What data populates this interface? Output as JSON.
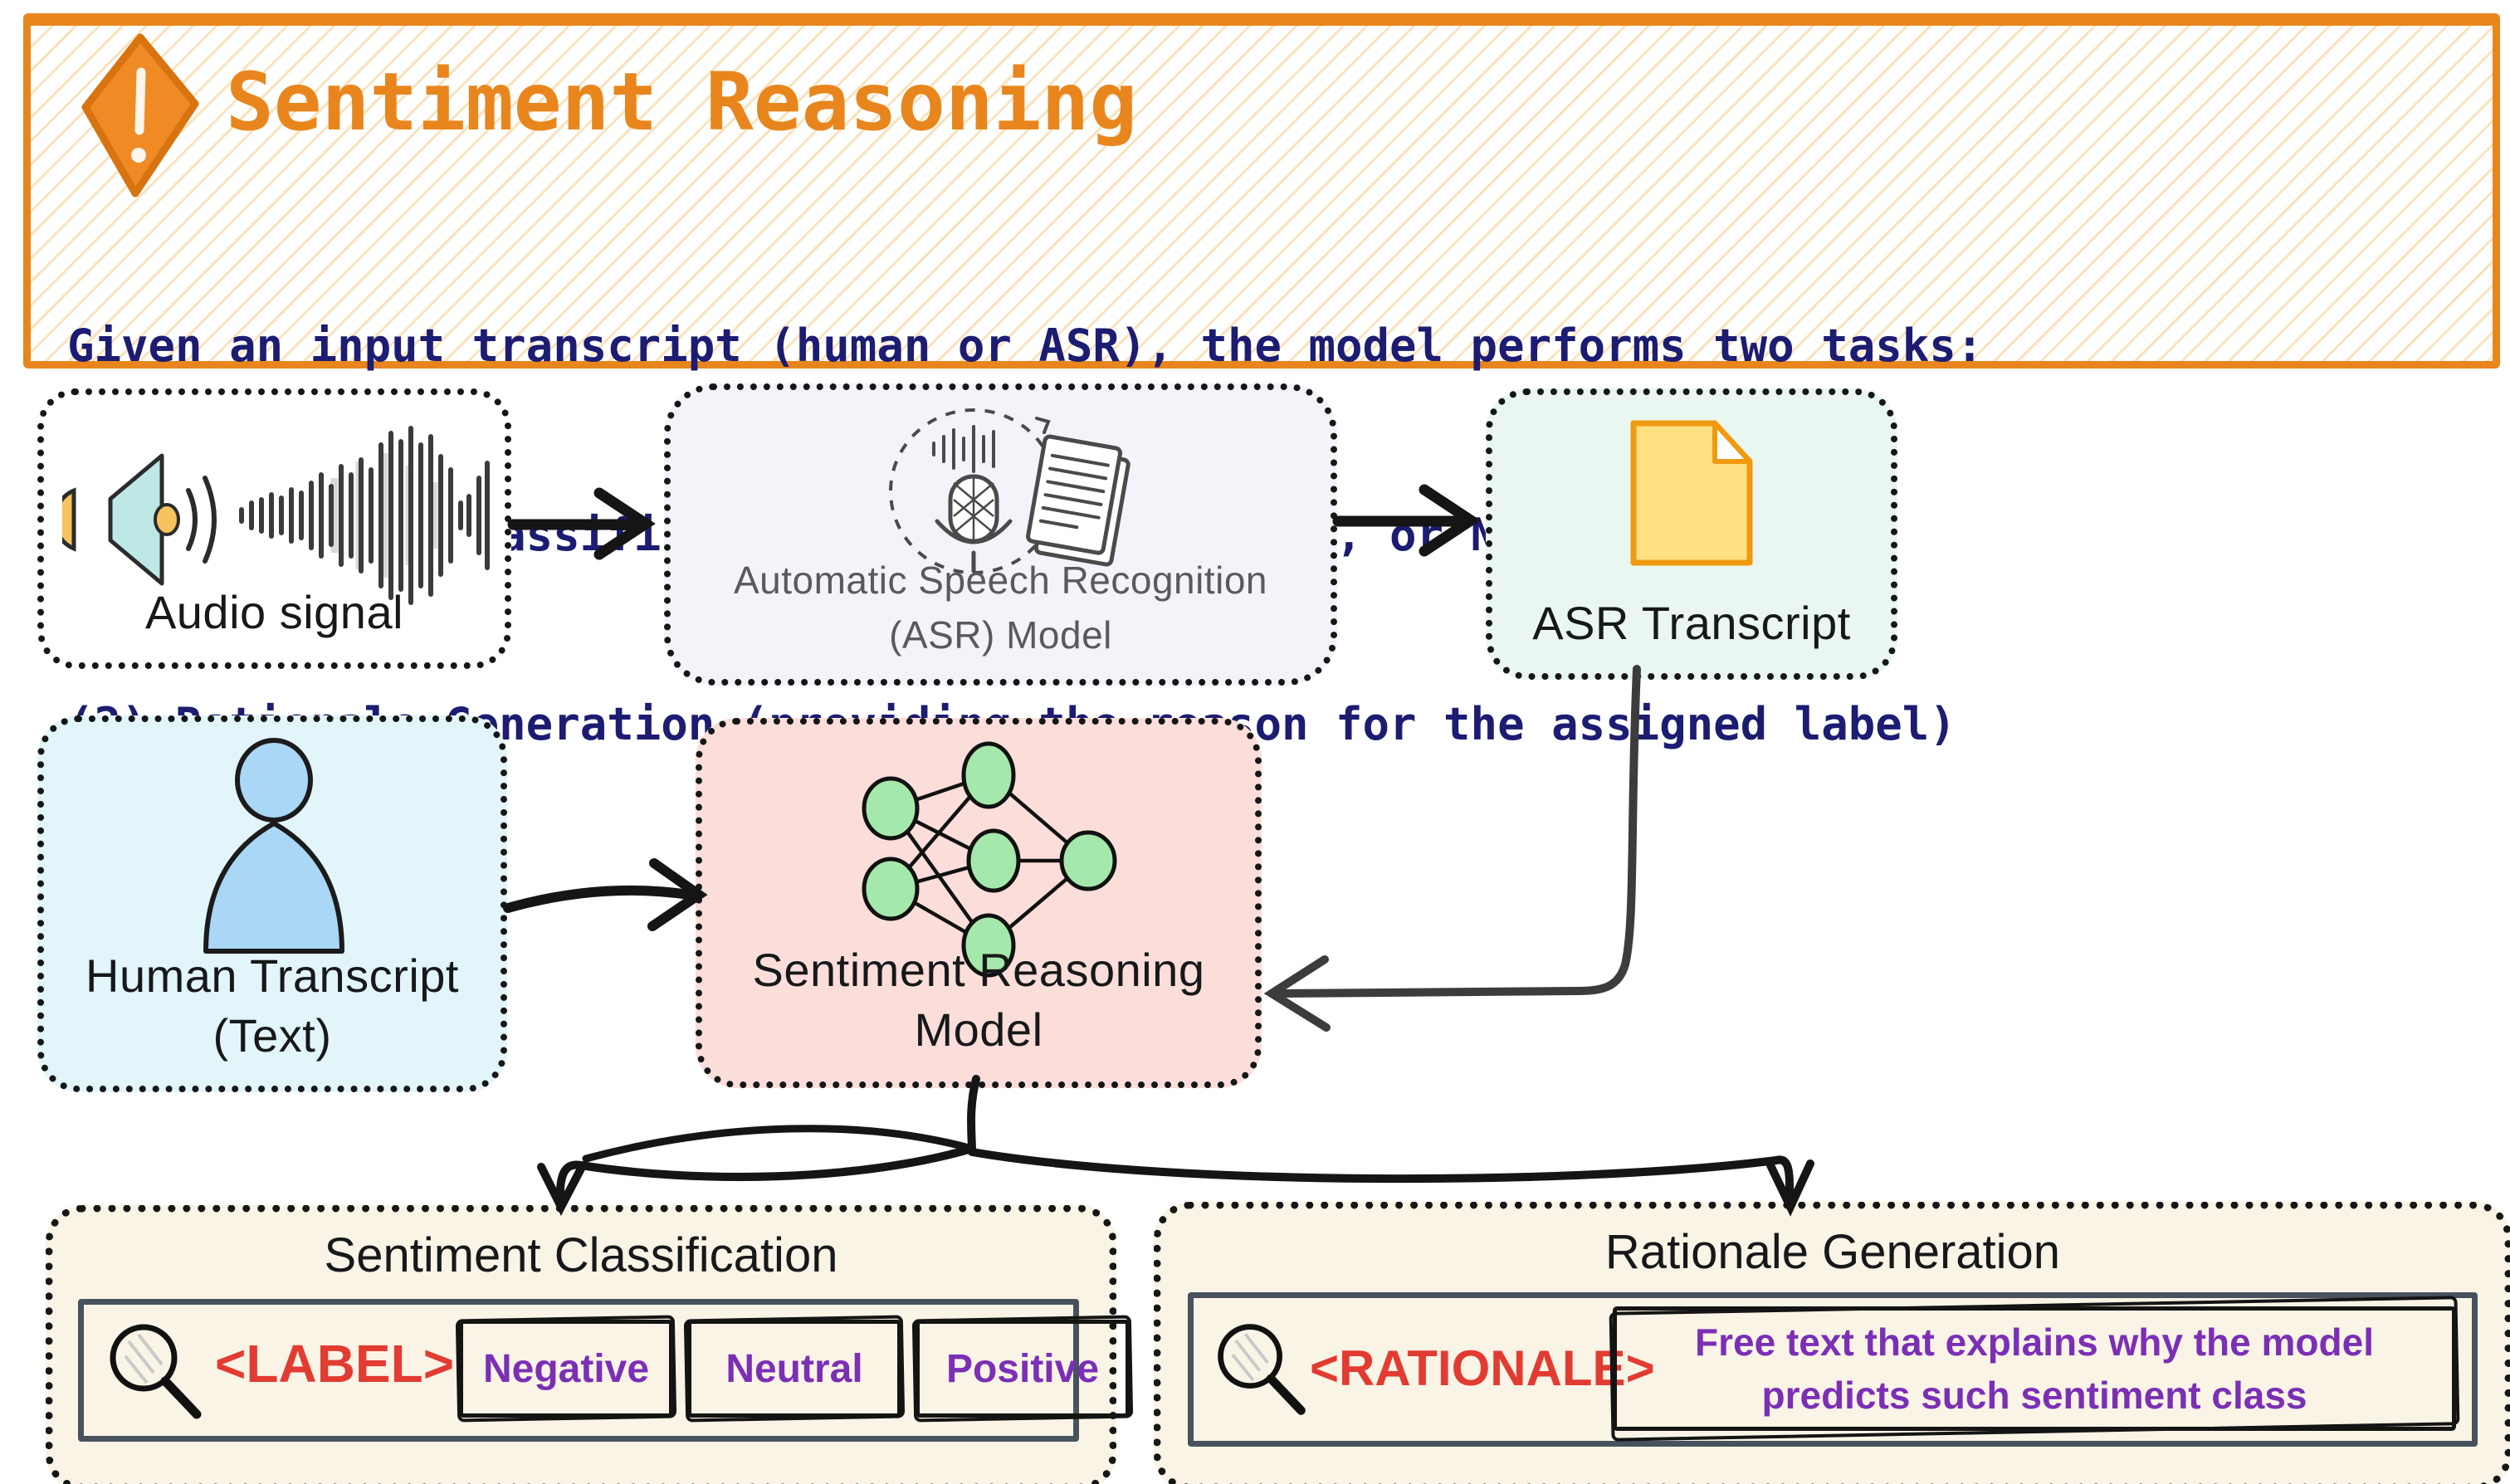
{
  "header": {
    "title": "Sentiment Reasoning",
    "line1": "Given an input transcript (human or ASR), the model performs two tasks:",
    "line2": "(1) Sentiment Classification (POSITIVE, NEUTRAL, or NEGATIVE)",
    "line3": "(2) Rationale Generation (providing the reason for the assigned label)"
  },
  "flow": {
    "audio": {
      "label": "Audio signal"
    },
    "asr_model": {
      "line1": "Automatic Speech Recognition",
      "line2": "(ASR) Model"
    },
    "asr_transcript": {
      "label": "ASR Transcript"
    },
    "human_transcript": {
      "line1": "Human Transcript",
      "line2": "(Text)"
    },
    "reasoning_model": {
      "line1": "Sentiment Reasoning",
      "line2": "Model"
    }
  },
  "outputs": {
    "classification": {
      "title": "Sentiment Classification",
      "tag": "<LABEL>",
      "options": [
        "Negative",
        "Neutral",
        "Positive"
      ]
    },
    "rationale": {
      "title": "Rationale Generation",
      "tag": "<RATIONALE>",
      "free_text": "Free text that explains why the model predicts such sentiment class"
    }
  },
  "colors": {
    "accent_orange": "#E8861D",
    "header_text_navy": "#1C1C72",
    "asr_model_bg": "#F3F4FA",
    "asr_transcript_bg": "#E9F7F0",
    "human_transcript_bg": "#E1F5FA",
    "model_bg": "#FBDEDA",
    "output_bg": "#FAF4E6",
    "tag_red": "#E23B31",
    "option_purple": "#7B2FB5",
    "node_green": "#A5E8AB"
  }
}
